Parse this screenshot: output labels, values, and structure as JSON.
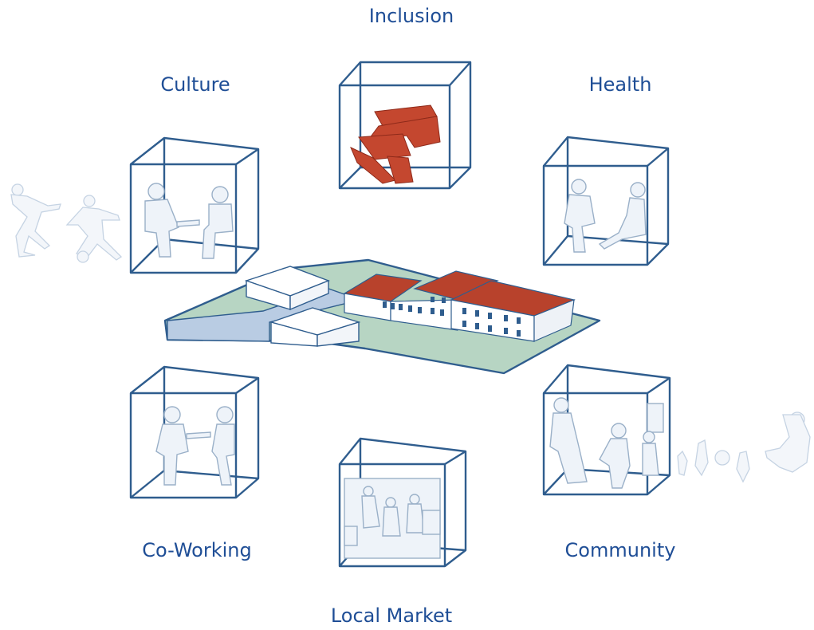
{
  "labels": {
    "inclusion": "Inclusion",
    "culture": "Culture",
    "health": "Health",
    "coworking": "Co-Working",
    "community": "Community",
    "local_market": "Local Market"
  },
  "colors": {
    "text": "#1f4e96",
    "cube_outline": "#2f5d8e",
    "ground": "#b7d5c3",
    "roof_red": "#b8422c",
    "annex": "#b9cce3",
    "ribbon": "#c4472f"
  }
}
